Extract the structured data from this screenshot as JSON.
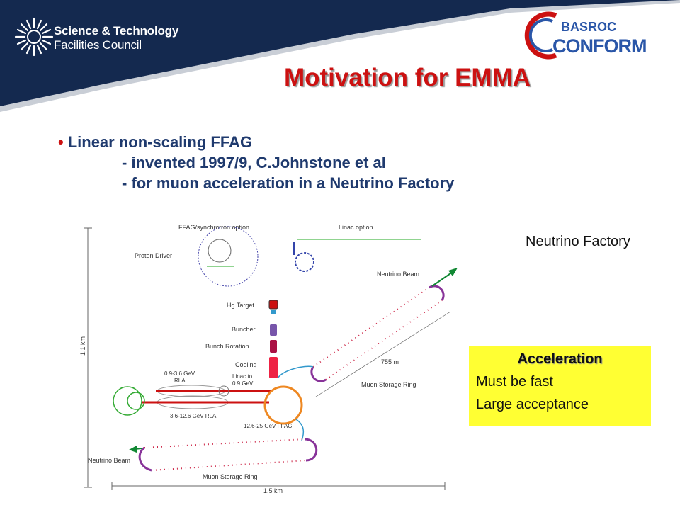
{
  "header": {
    "org_name_line1": "Science & Technology",
    "org_name_line2": "Facilities Council",
    "partner_logo_line1": "BASROC",
    "partner_logo_line2": "CONFORM"
  },
  "slide": {
    "title": "Motivation for EMMA",
    "bullet_main": "Linear non-scaling FFAG",
    "sub_items": [
      "- invented 1997/9, C.Johnstone et al",
      "- for muon acceleration in a Neutrino Factory"
    ]
  },
  "diagram": {
    "caption": "Neutrino Factory",
    "labels": {
      "ffag_option": "FFAG/synchrotron option",
      "linac_option": "Linac option",
      "proton_driver": "Proton Driver",
      "neutrino_beam_top": "Neutrino Beam",
      "hg_target": "Hg Target",
      "buncher": "Buncher",
      "bunch_rotation": "Bunch Rotation",
      "cooling": "Cooling",
      "rla_low_1": "0.9-3.6 GeV",
      "rla_low_2": "RLA",
      "linac_1": "Linac to",
      "linac_2": "0.9 GeV",
      "rla_high": "3.6-12.6 GeV RLA",
      "ffag": "12.6-25 GeV FFAG",
      "dist_755": "755 m",
      "storage_ring_top": "Muon Storage Ring",
      "storage_ring_bottom": "Muon Storage Ring",
      "neutrino_beam_bottom": "Neutrino Beam",
      "dim_vertical": "1.1 km",
      "dim_horizontal": "1.5 km"
    }
  },
  "acceleration_box": {
    "heading": "Acceleration",
    "items": [
      "Must be fast",
      "Large acceptance"
    ]
  },
  "colors": {
    "header_navy": "#14294f",
    "title_red": "#cc1111",
    "bullet_blue": "#1f3a6e",
    "accel_yellow": "#ffff33"
  }
}
